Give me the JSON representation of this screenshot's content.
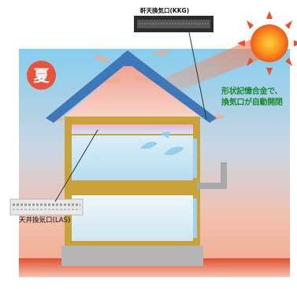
{
  "season_badge": "夏",
  "eaves_vent_label": "軒天換気口(KKG)",
  "ceiling_vent_label": "天井換気口(LAS)",
  "note": {
    "line1": "形状記憶合金で、",
    "line2": "換気口が自動開閉"
  },
  "colors": {
    "sky_top": "#7fc9ec",
    "sky_bottom": "#f4b5a8",
    "roof": "#3f78b8",
    "frame": "#c9a33a",
    "badge": "#e9533a",
    "note_text": "#1b8a2e",
    "sun": "#f07020"
  }
}
